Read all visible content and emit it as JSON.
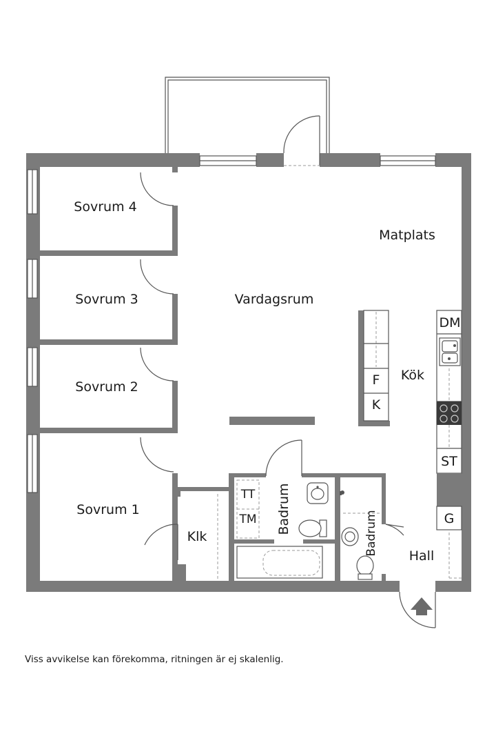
{
  "rooms": {
    "sovrum4": "Sovrum 4",
    "sovrum3": "Sovrum 3",
    "sovrum2": "Sovrum 2",
    "sovrum1": "Sovrum 1",
    "vardagsrum": "Vardagsrum",
    "matplats": "Matplats",
    "kok": "Kök",
    "klk": "Klk",
    "badrum1": "Badrum",
    "badrum2": "Badrum",
    "hall": "Hall"
  },
  "fixtures": {
    "dm": "DM",
    "f": "F",
    "k": "K",
    "st": "ST",
    "g": "G",
    "tt": "TT",
    "tm": "TM"
  },
  "disclaimer": "Viss avvikelse kan förekomma, ritningen är ej skalenlig."
}
